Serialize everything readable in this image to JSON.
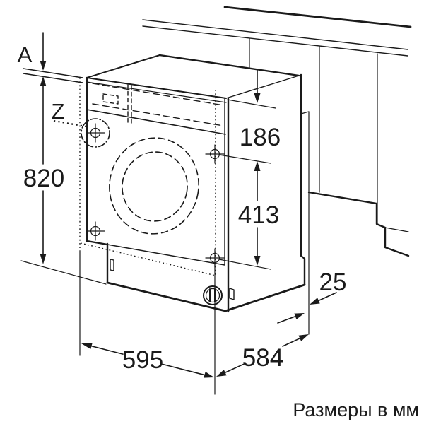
{
  "drawing": {
    "labels": {
      "gap": "A",
      "detail": "Z"
    },
    "dims": {
      "height": "820",
      "top_offset": "186",
      "screw_span": "413",
      "rear_gap": "25",
      "width": "595",
      "depth": "584"
    },
    "footer": "Размеры в мм"
  },
  "colors": {
    "ink": "#1a1a1a",
    "background": "#ffffff"
  }
}
